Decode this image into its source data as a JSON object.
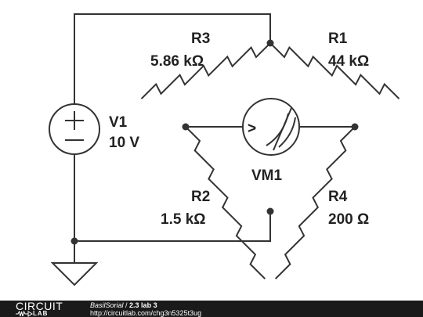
{
  "circuit": {
    "source": {
      "name": "V1",
      "value": "10 V"
    },
    "resistors": [
      {
        "id": "R3",
        "name": "R3",
        "value": "5.86 kΩ"
      },
      {
        "id": "R1",
        "name": "R1",
        "value": "44 kΩ"
      },
      {
        "id": "R2",
        "name": "R2",
        "value": "1.5 kΩ"
      },
      {
        "id": "R4",
        "name": "R4",
        "value": "200 Ω"
      }
    ],
    "meter": {
      "name": "VM1",
      "symbol": ">"
    }
  },
  "footer": {
    "logo_top": "CIRCUIT",
    "logo_bottom": "LAB",
    "author": "BasilSorial",
    "separator": " / ",
    "title": "2.3 lab 3",
    "url": "http://circuitlab.com/chg3n5325t3ug"
  },
  "colors": {
    "wire": "#333333",
    "text": "#222222",
    "footer_bg": "#1a1a1a",
    "footer_text": "#ffffff"
  }
}
